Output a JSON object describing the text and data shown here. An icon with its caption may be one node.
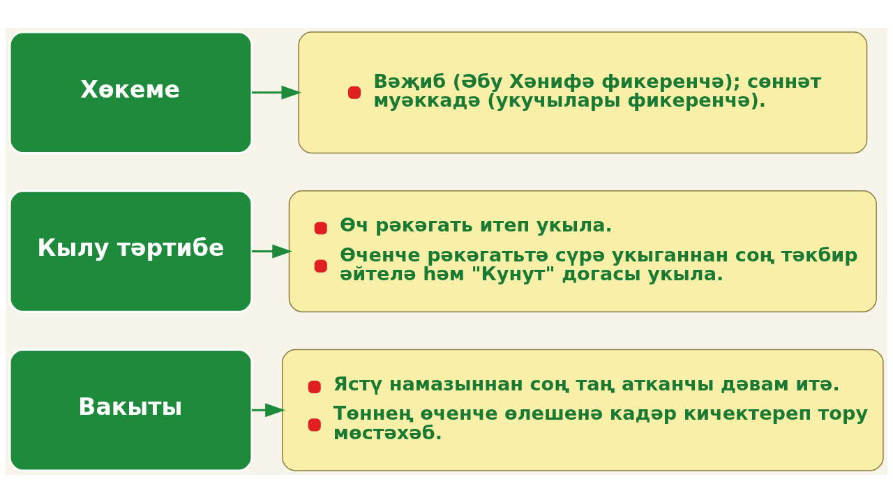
{
  "diagram": {
    "nodes": [
      {
        "text": [
          "Хөкеме"
        ]
      },
      {
        "text": [
          "Вәҗиб (Әбу Хәнифә фикеренчә); сөннәт муәккадә (укучылары фикеренчә)."
        ]
      },
      {
        "text": [
          "Кылу тәртибе"
        ]
      },
      {
        "text": [
          "Өч рәкәгать итеп укыла.",
          "Өченче рәкәгатьтә сүрә укыганнан соң тәкбир әйтелә һәм \"Кунут\" догасы укыла."
        ]
      },
      {
        "text": [
          "Вакыты"
        ]
      },
      {
        "text": [
          "Ястү намазыннан соң таң атканчы дәвам итә.",
          "Төннең өченче өлешенә кадәр кичектереп тору мөстәхәб."
        ]
      }
    ],
    "edges": [
      {
        "from": 0,
        "to": 1,
        "arrow": "to"
      },
      {
        "from": 2,
        "to": 3,
        "arrow": "to"
      },
      {
        "from": 4,
        "to": 5,
        "arrow": "to"
      }
    ]
  }
}
